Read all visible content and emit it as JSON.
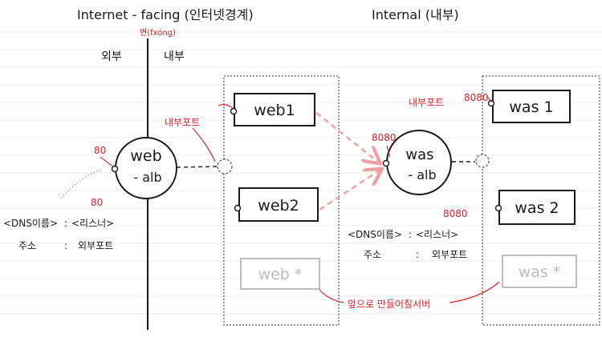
{
  "titles": {
    "internet_facing": "Internet - facing (인터넷경계)",
    "internal": "Internal (내부)",
    "boundary": "변(fxóng)"
  },
  "zones": {
    "external": "외부",
    "internal": "내부"
  },
  "ports": {
    "p80_alb": "80",
    "p80_dns": "80",
    "p8080_was": "8080",
    "p8080_inner": "8080",
    "p8080_dns": "8080"
  },
  "notes": {
    "internal_port_left": "내부포트",
    "internal_port_mid": "내부포트",
    "future_servers": "앞으로 만들어질서버"
  },
  "nodes": {
    "web_alb": [
      "web",
      "- alb"
    ],
    "was_alb": [
      "was",
      "- alb"
    ],
    "web1": "web1",
    "web2": "web2",
    "web_star": "web *",
    "was1": "was 1",
    "was2": "was 2",
    "was_star": "was *"
  },
  "web_table": {
    "header_left": "<DNS이름>",
    "colon": ":",
    "header_right": "<리스너>",
    "row_left": "주소",
    "row_right": "외부포트"
  },
  "was_table": {
    "header_left": "<DNS이름>",
    "colon": ":",
    "header_right": "<리스너>",
    "row_left": "주소",
    "row_right": "외부포트"
  },
  "colors": {
    "ink": "#1a1a1a",
    "red": "#e0202a",
    "faded": "#bdbdbd",
    "arrow": "#f0a0a0"
  }
}
